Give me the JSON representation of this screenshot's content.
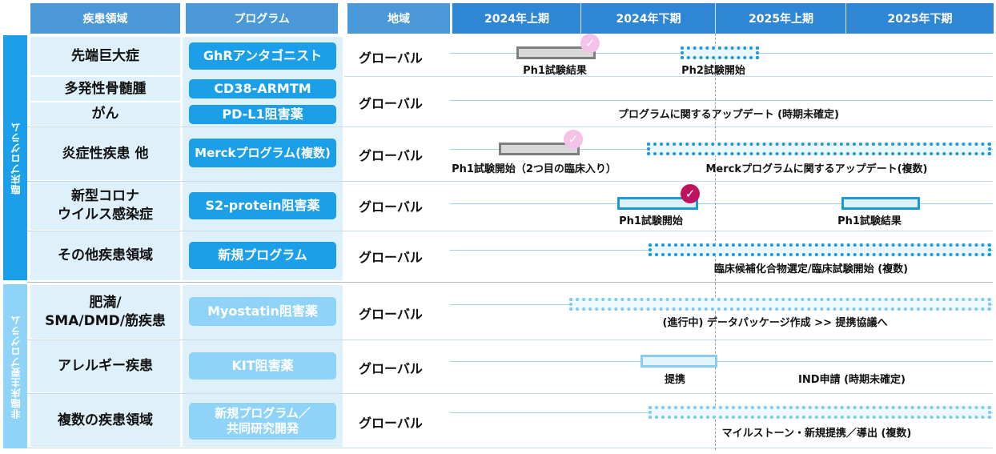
{
  "headers": {
    "disease": "疾患領域",
    "program": "プログラム",
    "region": "地域",
    "periods": [
      "2024年上期",
      "2024年下期",
      "2025年上期",
      "2025年下期"
    ]
  },
  "sections": {
    "clinical": "臨床プログラム",
    "nonclinical": "非臨床主要プログラム"
  },
  "rows": [
    {
      "disease": "先端巨大症",
      "program": "GhRアンタゴニスト",
      "region": "グローバル"
    },
    {
      "disease": "多発性骨髄腫",
      "program": "CD38-ARMTM",
      "region": "グローバル"
    },
    {
      "disease": "がん",
      "program": "PD-L1阻害薬",
      "region": ""
    },
    {
      "disease": "炎症性疾患 他",
      "program": "Merckプログラム(複数)",
      "region": "グローバル"
    },
    {
      "disease": "新型コロナ\nウイルス感染症",
      "program": "S2-protein阻害薬",
      "region": "グローバル"
    },
    {
      "disease": "その他疾患領域",
      "program": "新規プログラム",
      "region": "グローバル"
    },
    {
      "disease": "肥満/\nSMA/DMD/筋疾患",
      "program": "Myostatin阻害薬",
      "region": "グローバル"
    },
    {
      "disease": "アレルギー疾患",
      "program": "KIT阻害薬",
      "region": "グローバル"
    },
    {
      "disease": "複数の疾患領域",
      "program": "新規プログラム／\n共同研究開発",
      "region": "グローバル"
    }
  ],
  "chart_data": {
    "type": "gantt",
    "periods": [
      "2024年上期",
      "2024年下期",
      "2025年上期",
      "2025年下期"
    ],
    "milestones": [
      {
        "program": "GhRアンタゴニスト",
        "start": 0.48,
        "end": 1.07,
        "style": "gray",
        "label": "Ph1試験結果",
        "status": "completed"
      },
      {
        "program": "GhRアンタゴニスト",
        "start": 1.7,
        "end": 2.28,
        "style": "dotted",
        "label": "Ph2試験開始"
      },
      {
        "program": "CD38-ARMTM / PD-L1阻害薬",
        "label": "プログラムに関するアップデート (時期未確定)"
      },
      {
        "program": "Merckプログラム(複数)",
        "start": 0.35,
        "end": 0.95,
        "style": "gray",
        "label": "Ph1試験開始（2つ目の臨床入り）",
        "status": "completed"
      },
      {
        "program": "Merckプログラム(複数)",
        "start": 1.45,
        "end": 4.0,
        "style": "dotted",
        "label": "Merckプログラムに関するアップデート(複数)"
      },
      {
        "program": "S2-protein阻害薬",
        "start": 1.23,
        "end": 1.83,
        "style": "solid",
        "label": "Ph1試験開始",
        "status": "completed"
      },
      {
        "program": "S2-protein阻害薬",
        "start": 2.89,
        "end": 3.47,
        "style": "solid",
        "label": "Ph1試験結果"
      },
      {
        "program": "新規プログラム",
        "start": 1.46,
        "end": 4.0,
        "style": "dotted",
        "label": "臨床候補化合物選定/臨床試験開始 (複数)"
      },
      {
        "program": "Myostatin阻害薬",
        "start": 0.87,
        "end": 4.0,
        "style": "dotted-light",
        "label": "(進行中) データパッケージ作成 >> 提携協議へ"
      },
      {
        "program": "KIT阻害薬",
        "start": 1.4,
        "end": 1.97,
        "style": "light",
        "label": "提携"
      },
      {
        "program": "KIT阻害薬",
        "label": "IND申請 (時期未確定)"
      },
      {
        "program": "新規プログラム／共同研究開発",
        "start": 1.46,
        "end": 4.0,
        "style": "dotted-light",
        "label": "マイルストーン・新規提携／導出 (複数)"
      }
    ]
  }
}
